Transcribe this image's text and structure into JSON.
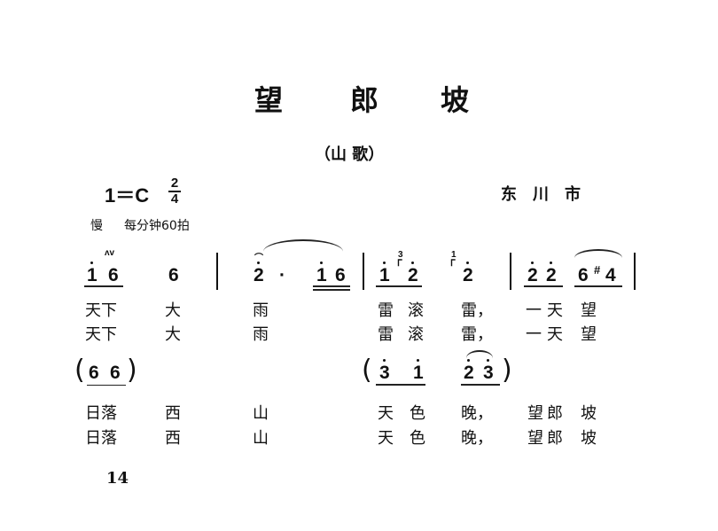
{
  "title": {
    "chars": [
      "望",
      "郎",
      "坡"
    ]
  },
  "subtitle": "（山  歌）",
  "key": {
    "label": "1＝C",
    "time_top": "2",
    "time_bottom": "4"
  },
  "origin": "东川市",
  "tempo": {
    "marking": "慢",
    "bpm": "每分钟60拍"
  },
  "measures": {
    "m1": {
      "notes": [
        "i",
        "6",
        "6"
      ],
      "ornament": "ʌv",
      "high_dot_note": "1"
    },
    "m2": {
      "notes": [
        "2",
        "·",
        "1",
        "6"
      ],
      "fermata": "⌒"
    },
    "m3": {
      "notes": [
        "1",
        "2",
        "2"
      ],
      "grace1": "3",
      "grace2": "1",
      "grace_mark": "ᒥ"
    },
    "m4": {
      "notes": [
        "2",
        "2",
        "6",
        "#",
        "4"
      ]
    }
  },
  "interlude_left": {
    "notes": [
      "6",
      "6"
    ],
    "open": "(",
    "close": ")"
  },
  "interlude_right": {
    "notes": [
      "3",
      "1",
      "2",
      "3"
    ],
    "open": "(",
    "close": ")"
  },
  "lyrics": {
    "verse1": [
      "天下",
      "大",
      "雨",
      "雷",
      "滚",
      "雷，",
      "一天",
      "望"
    ],
    "verse2": [
      "天下",
      "大",
      "雨",
      "雷",
      "滚",
      "雷，",
      "一天",
      "望"
    ],
    "verse3": [
      "日落",
      "西",
      "山",
      "天",
      "色",
      "晚，",
      "望郎",
      "坡"
    ],
    "verse4": [
      "日落",
      "西",
      "山",
      "天",
      "色",
      "晚，",
      "望郎",
      "坡"
    ]
  },
  "page_number": "14"
}
